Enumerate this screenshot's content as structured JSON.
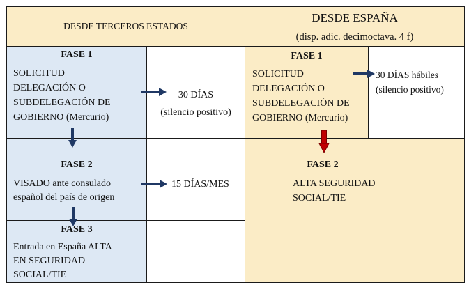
{
  "header": {
    "left_title": "DESDE TERCEROS ESTADOS",
    "right_title": "DESDE ESPAÑA",
    "right_subtitle": "(disp. adic. decimoctava. 4 f)"
  },
  "left": {
    "phase1": {
      "title": "FASE 1",
      "text_lines": [
        "SOLICITUD",
        "DELEGACIÓN O",
        "SUBDELEGACIÓN DE",
        "GOBIERNO (Mercurio)"
      ],
      "result_line1": "30 DÍAS",
      "result_line2": "(silencio positivo)"
    },
    "phase2": {
      "title": "FASE 2",
      "text_line1": "VISADO ante consulado",
      "text_line2": "español del país de origen",
      "result": "15 DÍAS/MES"
    },
    "phase3": {
      "title": "FASE 3",
      "text_lines": [
        "Entrada en España ALTA",
        "EN SEGURIDAD",
        "SOCIAL/TIE"
      ]
    }
  },
  "right": {
    "phase1": {
      "title": "FASE 1",
      "text_lines": [
        "SOLICITUD",
        "DELEGACIÓN O",
        "SUBDELEGACIÓN DE",
        "GOBIERNO (Mercurio)"
      ],
      "result_line1": "30 DÍAS hábiles",
      "result_line2": "(silencio positivo)"
    },
    "phase2": {
      "title": "FASE 2",
      "text_lines": [
        "ALTA SEGURIDAD",
        "SOCIAL/TIE"
      ]
    }
  },
  "colors": {
    "header_bg": "#fbecc6",
    "left_phase_bg": "#dde8f4",
    "right_bg": "#fbecc6",
    "arrow_navy": "#1f3864",
    "arrow_red": "#c00000"
  }
}
